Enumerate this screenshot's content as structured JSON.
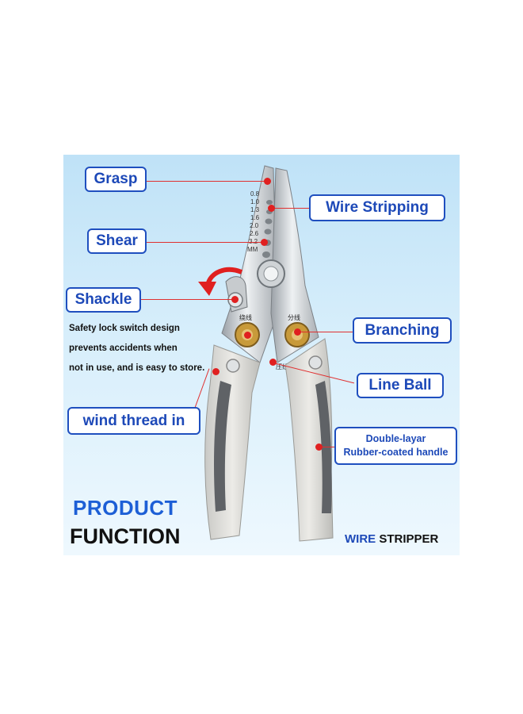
{
  "labels": {
    "grasp": "Grasp",
    "wire_stripping": "Wire Stripping",
    "shear": "Shear",
    "shackle": "Shackle",
    "branching": "Branching",
    "line_ball": "Line Ball",
    "wind_thread_in": "wind thread in",
    "double_layer_line1": "Double-layar",
    "double_layer_line2": "Rubber-coated handle"
  },
  "safety_note": {
    "line1": "Safety lock switch design",
    "line2": "prevents accidents when",
    "line3": "not in use, and is easy to store."
  },
  "title": {
    "line1": "PRODUCT",
    "line2": "FUNCTION"
  },
  "brand": {
    "part1": "WIRE",
    "part2": " STRIPPER"
  },
  "gauge_marks": [
    "0.8",
    "1.0",
    "1.3",
    "1.6",
    "2.0",
    "2.6",
    "3.2",
    "MM"
  ],
  "blade_marks": {
    "left": "绕线",
    "right": "分线",
    "bottom": "压线"
  },
  "colors": {
    "label_border": "#1f4fbf",
    "label_text": "#1d49b8",
    "accent_red": "#e02020",
    "title_blue": "#1d5fd6"
  }
}
